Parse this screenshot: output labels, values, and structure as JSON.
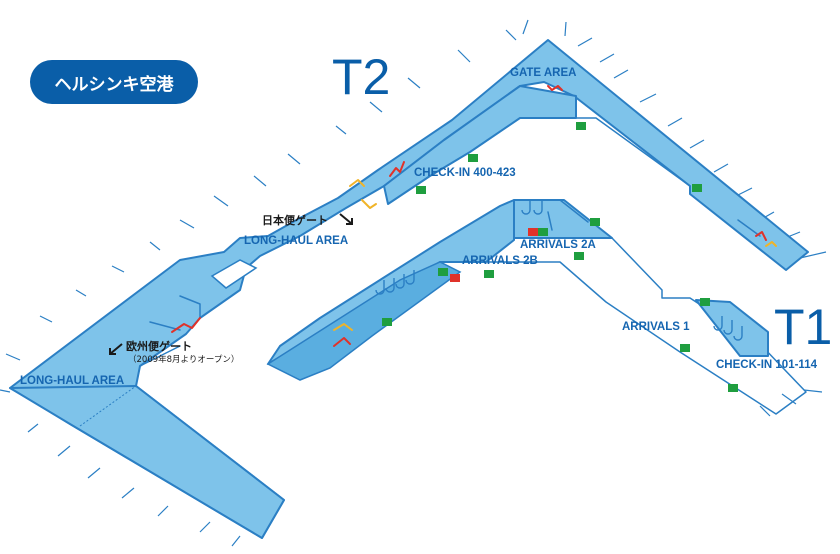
{
  "airport_label": "ヘルシンキ空港",
  "terminals": {
    "t2": "T2",
    "t1": "T1"
  },
  "areas": {
    "gate_area": "GATE AREA",
    "checkin_t2": "CHECK-IN 400-423",
    "longhaul_upper": "LONG-HAUL AREA",
    "longhaul_lower": "LONG-HAUL AREA",
    "arrivals_2a": "ARRIVALS 2A",
    "arrivals_2b": "ARRIVALS 2B",
    "arrivals_1": "ARRIVALS 1",
    "checkin_t1": "CHECK-IN 101-114"
  },
  "gates": {
    "japan": "日本便ゲート",
    "europe": "欧州便ゲート",
    "europe_note": "（2009年8月よりオープン）"
  },
  "colors": {
    "floor": "#7ec3ea",
    "outline": "#2b7fc4",
    "brand": "#0a5ea8",
    "exit_sign": "#1f9e3f",
    "warning": "#e0322a",
    "security_line": "#f0b429"
  },
  "icons": [
    "arrow-right-icon",
    "exit-sign-icon",
    "down-arrow-icon",
    "escalator-icon"
  ]
}
